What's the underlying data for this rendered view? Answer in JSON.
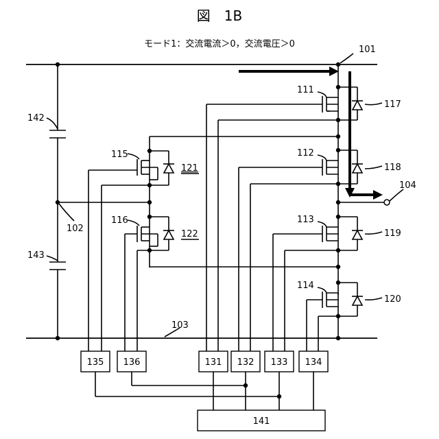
{
  "figure": {
    "title": "図　1B",
    "subtitle": "モード1：交流電流＞0，交流電圧＞0"
  },
  "nodes": {
    "rail_top": "101",
    "mid_node": "102",
    "rail_bottom": "103",
    "output": "104"
  },
  "switches": {
    "s111": "111",
    "s112": "112",
    "s113": "113",
    "s114": "114",
    "s115": "115",
    "s116": "116"
  },
  "diodes": {
    "d117": "117",
    "d118": "118",
    "d119": "119",
    "d120": "120",
    "d121": "121",
    "d122": "122"
  },
  "capacitors": {
    "c142": "142",
    "c143": "143"
  },
  "drivers": {
    "b135": "135",
    "b136": "136",
    "b131": "131",
    "b132": "132",
    "b133": "133",
    "b134": "134"
  },
  "controller": {
    "b141": "141"
  }
}
